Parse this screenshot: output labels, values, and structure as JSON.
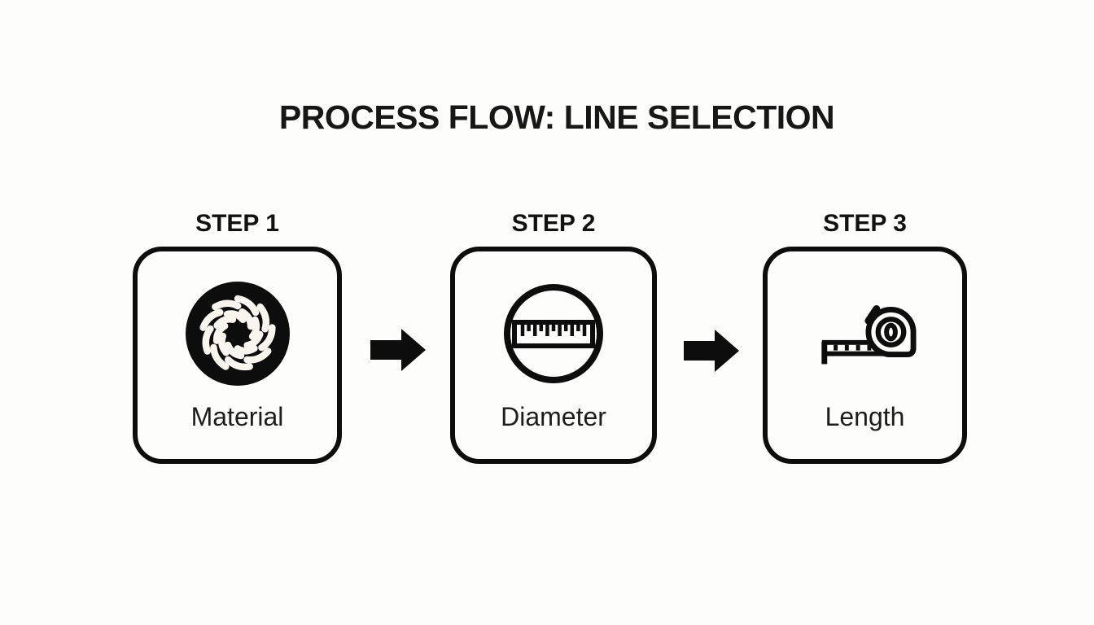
{
  "title": "PROCESS FLOW: LINE SELECTION",
  "colors": {
    "background": "#fdfdfc",
    "ink": "#0d0d0d",
    "rope_white": "#f8f5ee"
  },
  "steps": [
    {
      "header": "STEP 1",
      "label": "Material",
      "icon": "rope-coil-icon"
    },
    {
      "header": "STEP 2",
      "label": "Diameter",
      "icon": "ruler-circle-icon"
    },
    {
      "header": "STEP 3",
      "label": "Length",
      "icon": "tape-measure-icon"
    }
  ],
  "arrows": [
    {
      "icon": "arrow-right-icon",
      "direction": "right"
    },
    {
      "icon": "arrow-right-icon",
      "direction": "right"
    }
  ]
}
